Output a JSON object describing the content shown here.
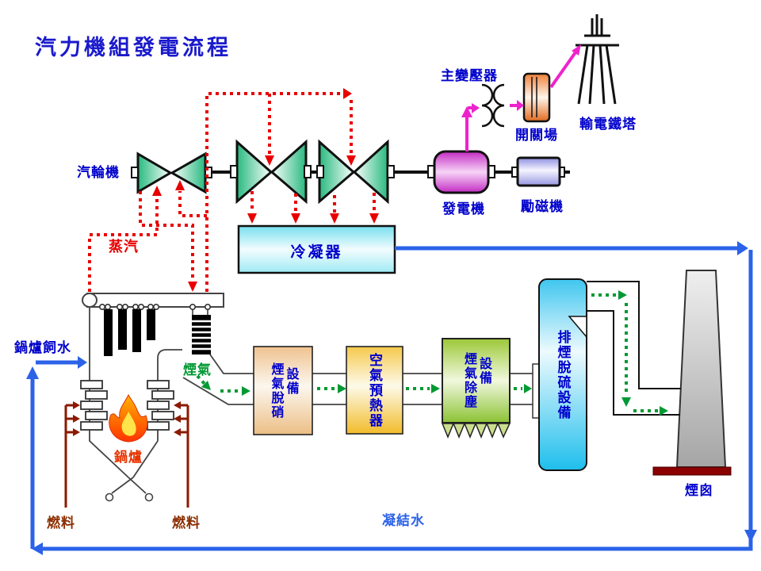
{
  "title": "汽力機組發電流程",
  "labels": {
    "steam_turbine": "汽輪機",
    "main_transformer": "主變壓器",
    "switchyard": "開關場",
    "transmission_tower": "輸電鐵塔",
    "generator": "發電機",
    "exciter": "勵磁機",
    "steam": "蒸汽",
    "condenser": "冷凝器",
    "boiler_feedwater": "鍋爐飼水",
    "flue_gas": "煙氣",
    "boiler": "鍋爐",
    "fuel": "燃料",
    "condensate": "凝結水",
    "stack": "煙囪"
  },
  "equipment": {
    "denitrification": {
      "main": "煙氣脫硝",
      "sub": "設備"
    },
    "air_preheater": {
      "label": "空氣預熱器"
    },
    "dust_removal": {
      "main": "煙氣除塵",
      "sub": "設備"
    },
    "desulfurization": {
      "label": "排煙脫硫設備"
    }
  },
  "colors": {
    "label_blue": "#0000CC",
    "title_blue": "#1A1ACC",
    "steam_red": "#E80000",
    "flue_gas_green": "#009933",
    "water_blue": "#2B62E8",
    "fuel_brown": "#8B2E00",
    "boiler_label_red": "#E83400",
    "electric_magenta": "#EE22CC",
    "turbine_green": "#29B97F",
    "generator_magenta": "#C32BC3",
    "condenser_cyan": "#76DFEF",
    "stack_base_darkred": "#8B0000"
  }
}
